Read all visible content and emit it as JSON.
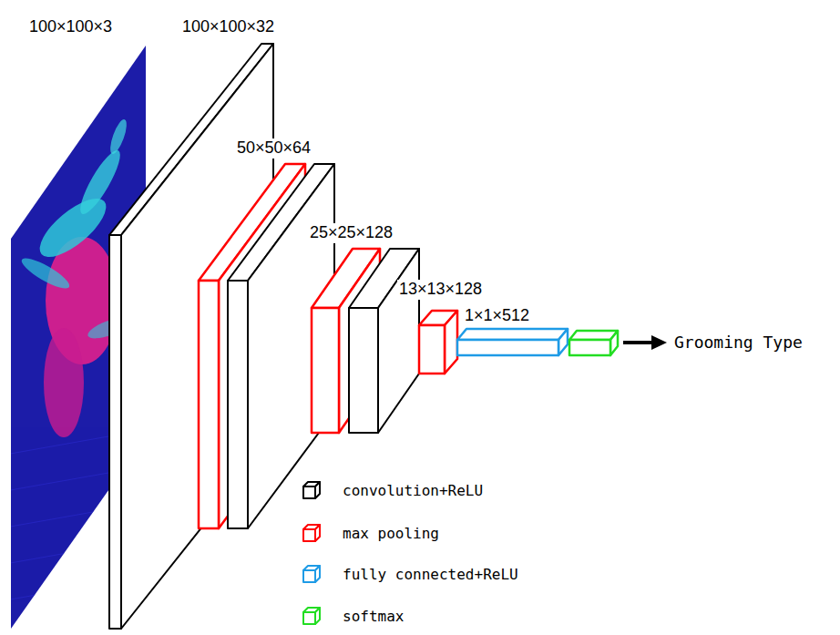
{
  "diagram": {
    "labels": [
      "100×100×3",
      "100×100×32",
      "50×50×64",
      "25×25×128",
      "13×13×128",
      "1×1×512",
      "Grooming Type"
    ],
    "legend": [
      {
        "text": "convolution+ReLU",
        "color": "#000000"
      },
      {
        "text": "max pooling",
        "color": "#ff0000"
      },
      {
        "text": "fully connected+ReLU",
        "color": "#1e9be6"
      },
      {
        "text": "softmax",
        "color": "#22dd22"
      }
    ]
  }
}
